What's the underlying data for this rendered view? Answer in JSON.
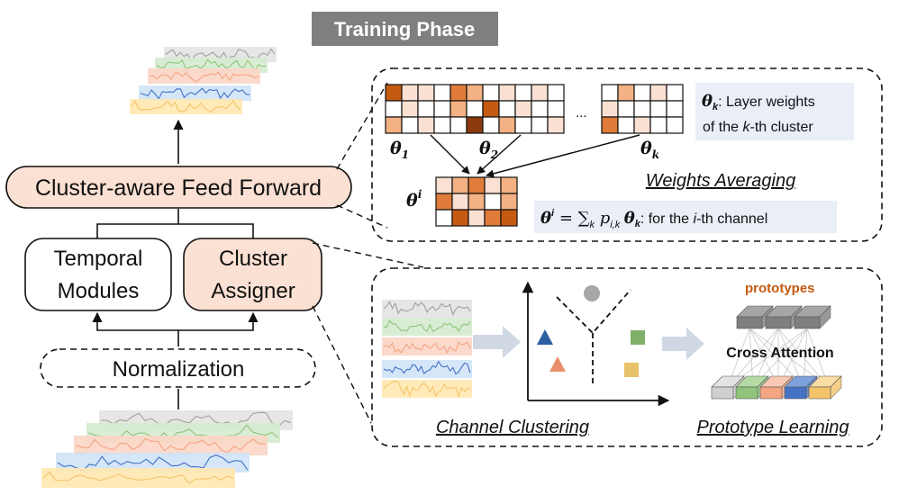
{
  "header": {
    "title": "Training Phase",
    "bg_color": "#7f7f7f"
  },
  "left_column": {
    "cluster_ff_label": "Cluster-aware Feed Forward",
    "temporal_label_1": "Temporal",
    "temporal_label_2": "Modules",
    "assigner_label_1": "Cluster",
    "assigner_label_2": "Assigner",
    "normalization_label": "Normalization",
    "peach_color": "#fbe1d3"
  },
  "weights_panel": {
    "theta1": "θ",
    "theta1_sub": "1",
    "theta2": "θ",
    "theta2_sub": "2",
    "thetak": "θ",
    "thetak_sub": "k",
    "thetai": "θ",
    "thetai_sup": "i",
    "ellipsis": "...",
    "weights_note_1": ": Layer weights",
    "weights_note_2": "of the",
    "weights_note_k": "k",
    "weights_note_3": "-th cluster",
    "weights_averaging": "Weights Averaging",
    "formula_sum": "= ∑",
    "formula_p": "p",
    "formula_rest": ": for the",
    "formula_i": "i",
    "formula_end": "-th channel"
  },
  "cluster_panel": {
    "prototypes_label": "prototypes",
    "prototypes_color": "#c55a11",
    "cross_attention_label": "Cross Attention",
    "channel_clustering": "Channel Clustering",
    "prototype_learning": "Prototype Learning"
  },
  "series_colors": [
    "#ffe8b0",
    "#cfe3f7",
    "#fbd5c5",
    "#d5ebd0",
    "#e3e3e3"
  ],
  "line_colors": [
    "#f5c46a",
    "#4472c4",
    "#f4a582",
    "#8fc47a",
    "#a0a0a0"
  ],
  "grid_colors": {
    "light": "#fbe1d3",
    "mid": "#f4b183",
    "strong": "#e07b39",
    "dark": "#c55a11",
    "deepest": "#8b3a0e"
  }
}
